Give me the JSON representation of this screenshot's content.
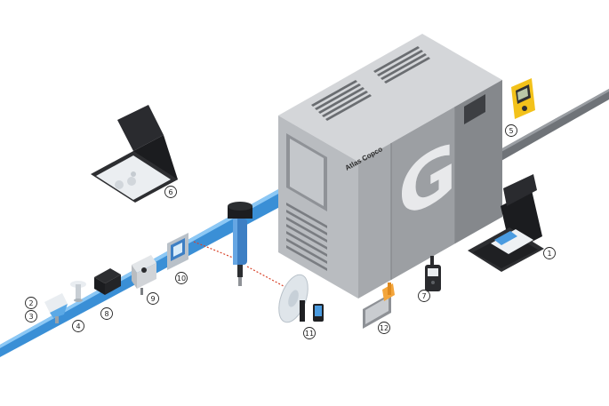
{
  "brand": {
    "logo_text": "Atlas Copco",
    "panel_letter": "G"
  },
  "colors": {
    "pipe": "#3a8fd6",
    "pipe_highlight": "#8cc8f5",
    "cabinet_front": "#a6a9ad",
    "cabinet_side": "#85888c",
    "cabinet_top": "#d4d6d9",
    "case_dark": "#222326",
    "device_yellow": "#f3c21b",
    "grey_pipe": "#6f7378",
    "laser": "#d9442b"
  },
  "callouts": [
    {
      "id": "1",
      "label": "1"
    },
    {
      "id": "2",
      "label": "2"
    },
    {
      "id": "3",
      "label": "3"
    },
    {
      "id": "4",
      "label": "4"
    },
    {
      "id": "5",
      "label": "5"
    },
    {
      "id": "6",
      "label": "6"
    },
    {
      "id": "7",
      "label": "7"
    },
    {
      "id": "8",
      "label": "8"
    },
    {
      "id": "9",
      "label": "9"
    },
    {
      "id": "10",
      "label": "10"
    },
    {
      "id": "11",
      "label": "11"
    },
    {
      "id": "12",
      "label": "12"
    }
  ],
  "icons": {
    "compressor": "compressor-cabinet-icon",
    "tool_case": "tool-case-icon",
    "filter": "inline-filter-icon",
    "multimeter": "multimeter-icon",
    "handheld": "handheld-meter-icon",
    "tablet": "tablet-logger-icon"
  }
}
